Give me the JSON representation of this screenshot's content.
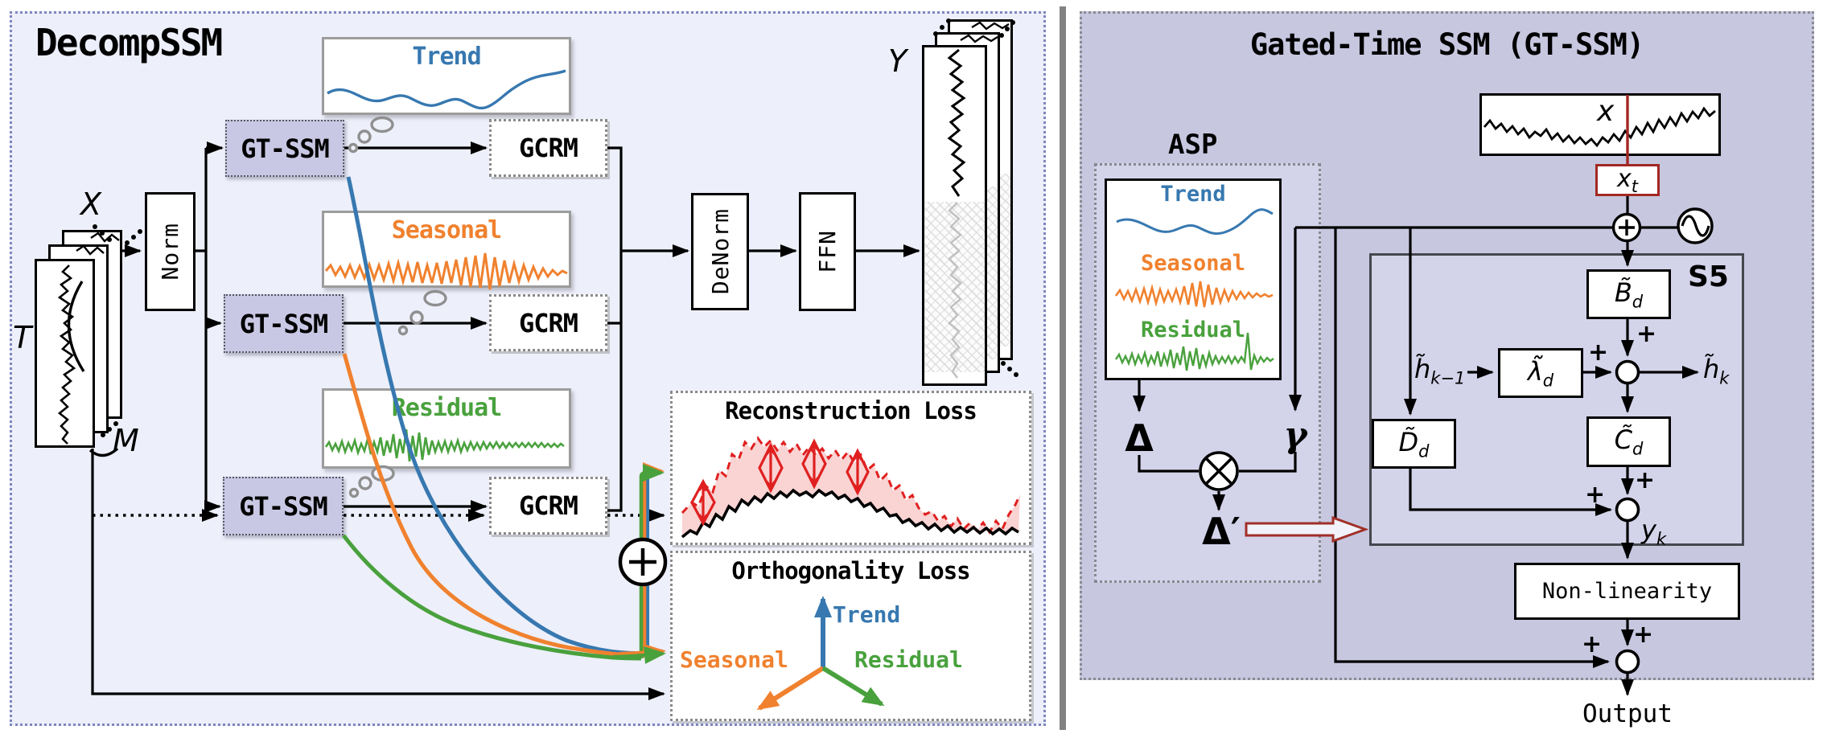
{
  "colors": {
    "trend": "#3778b0",
    "seasonal": "#f0812e",
    "residual": "#49a13d",
    "accent-red": "#a22822",
    "panel-right": "#c7c7e0",
    "panel-left": "#edeffa",
    "box-lavender": "#c9c8e4",
    "marker-red": "#e02020"
  },
  "left": {
    "title": "DecompSSM",
    "x_label": "X",
    "t_label": "T",
    "m_label": "M",
    "y_label": "Y",
    "norm": "Norm",
    "denorm": "DeNorm",
    "ffn": "FFN",
    "gtssm1": "GT-SSM",
    "gtssm2": "GT-SSM",
    "gtssm3": "GT-SSM",
    "gcrm1": "GCRM",
    "gcrm2": "GCRM",
    "gcrm3": "GCRM",
    "trend": "Trend",
    "seasonal": "Seasonal",
    "residual": "Residual",
    "recon_title": "Reconstruction Loss",
    "ortho_title": "Orthogonality Loss",
    "ortho_trend": "Trend",
    "ortho_seasonal": "Seasonal",
    "ortho_residual": "Residual"
  },
  "right": {
    "title": "Gated-Time SSM (GT-SSM)",
    "asp_label": "ASP",
    "asp_trend": "Trend",
    "asp_seasonal": "Seasonal",
    "asp_residual": "Residual",
    "delta": "Δ",
    "gamma": "γ",
    "delta_prime": "Δ′",
    "x_label": "x",
    "xt_base": "x",
    "xt_sub": "t",
    "s5_label": "S5",
    "b_base": "B̃",
    "b_sub": "d",
    "lambda_base": "λ̃",
    "lambda_sub": "d",
    "c_base": "C̃",
    "c_sub": "d",
    "d_base": "D̃",
    "d_sub": "d",
    "hprev_base": "h̃",
    "hprev_sub": "k−1",
    "hnext_base": "h̃",
    "hnext_sub": "k",
    "yk_base": "y",
    "yk_sub": "k",
    "nonlinearity": "Non-linearity",
    "output": "Output",
    "plus": "+"
  }
}
